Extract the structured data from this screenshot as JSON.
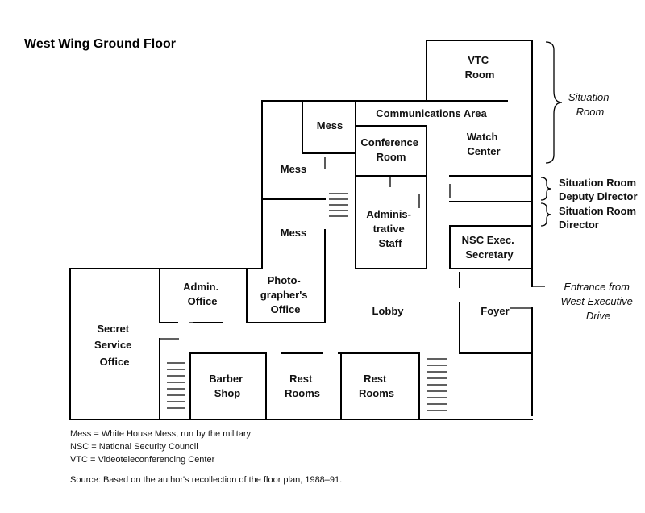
{
  "title": "West Wing Ground Floor",
  "rooms": {
    "vtc": [
      "VTC",
      "Room"
    ],
    "comm": [
      "Communications Area"
    ],
    "mess_small": [
      "Mess"
    ],
    "watch": [
      "Watch",
      "Center"
    ],
    "conference": [
      "Conference",
      "Room"
    ],
    "mess_upper": [
      "Mess"
    ],
    "mess_lower": [
      "Mess"
    ],
    "admin_staff": [
      "Adminis-",
      "trative",
      "Staff"
    ],
    "nsc_exec": [
      "NSC Exec.",
      "Secretary"
    ],
    "admin_office": [
      "Admin.",
      "Office"
    ],
    "photographer": [
      "Photo-",
      "grapher's",
      "Office"
    ],
    "lobby": [
      "Lobby"
    ],
    "foyer": [
      "Foyer"
    ],
    "secret_service": [
      "Secret",
      "Service",
      "Office"
    ],
    "barber": [
      "Barber",
      "Shop"
    ],
    "rest1": [
      "Rest",
      "Rooms"
    ],
    "rest2": [
      "Rest",
      "Rooms"
    ]
  },
  "side_labels": {
    "situation_room": [
      "Situation",
      "Room"
    ],
    "deputy_director": [
      "Situation Room",
      "Deputy Director"
    ],
    "director": [
      "Situation Room",
      "Director"
    ],
    "entrance": [
      "Entrance from",
      "West Executive",
      "Drive"
    ]
  },
  "legend": [
    "Mess = White House Mess, run by the military",
    "NSC = National Security Council",
    "VTC = Videoteleconferencing Center"
  ],
  "source": "Source: Based on the author's recollection of the floor plan, 1988–91."
}
